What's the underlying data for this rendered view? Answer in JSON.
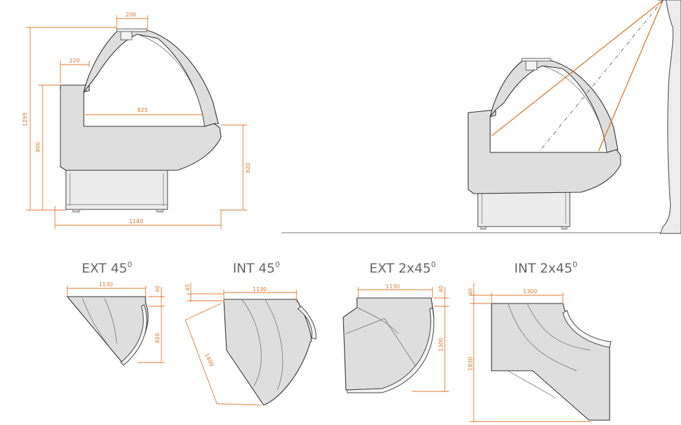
{
  "colors": {
    "dimension": "#e0772d",
    "outline": "#333333",
    "body_fill": "#dedede",
    "caption": "#666666"
  },
  "side_view": {
    "dims": {
      "top_width": "200",
      "upper_depth": "220",
      "total_height": "1295",
      "counter_height": "900",
      "shelf_depth": "825",
      "front_height": "620",
      "overall_depth": "1140"
    }
  },
  "corners": [
    {
      "label": "EXT 45",
      "sup": "0",
      "d1": "1130",
      "d2": "40",
      "d3": "920"
    },
    {
      "label": "INT 45",
      "sup": "0",
      "d1": "1130",
      "d2": "40",
      "d3": "1400"
    },
    {
      "label": "EXT 2x45",
      "sup": "0",
      "d1": "1130",
      "d2": "40",
      "d3": "1300"
    },
    {
      "label": "INT 2x45",
      "sup": "0",
      "d1": "1300",
      "d2": "40",
      "d3": "1830"
    }
  ]
}
